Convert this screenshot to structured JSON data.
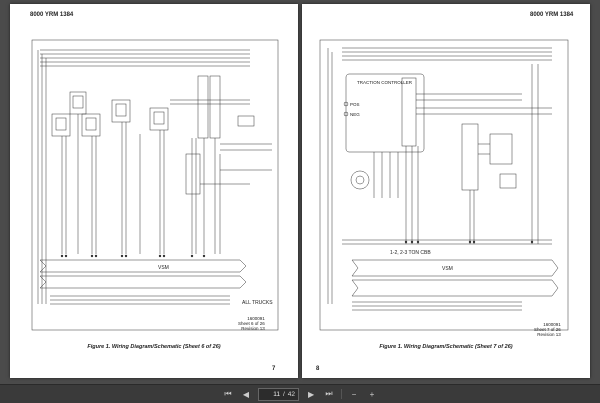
{
  "left_page": {
    "header": "8000 YRM 1384",
    "label_all_trucks": "ALL TRUCKS",
    "label_vsm": "VSM",
    "sheet_lines": [
      "1600091",
      "Sheet 6 of 26",
      "Revision 13"
    ],
    "caption": "Figure 1. Wiring Diagram/Schematic (Sheet 6 of 26)",
    "page_number": "7"
  },
  "right_page": {
    "header": "8000 YRM 1384",
    "label_traction_controller": "TRACTION CONTROLLER",
    "label_pos": "POS",
    "label_neg": "NEG",
    "label_cbb": "1-2, 2-3 TON CBB",
    "label_vsm": "VSM",
    "sheet_lines": [
      "1600091",
      "Sheet 7 of 26",
      "Revision 13"
    ],
    "caption": "Figure 1. Wiring Diagram/Schematic (Sheet 7 of 26)",
    "page_number": "8"
  },
  "toolbar": {
    "current_page": "11",
    "page_separator": "/",
    "total_pages": "42"
  }
}
